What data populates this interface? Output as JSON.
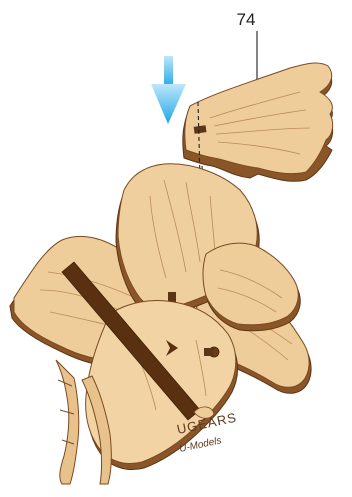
{
  "diagram": {
    "part_number": "74",
    "logo": {
      "brand": "UGEARS",
      "line": "U-Models"
    },
    "colors": {
      "wood_face": "#ecc996",
      "wood_face_light": "#f3d9af",
      "wood_edge": "#7a4a22",
      "wood_grain": "#c99d66",
      "arrow_top": "#bfe6fb",
      "arrow_bottom": "#1ca7e6",
      "leader": "#333333",
      "guide": "#222222"
    },
    "icons": [
      "down-arrow-icon"
    ]
  }
}
